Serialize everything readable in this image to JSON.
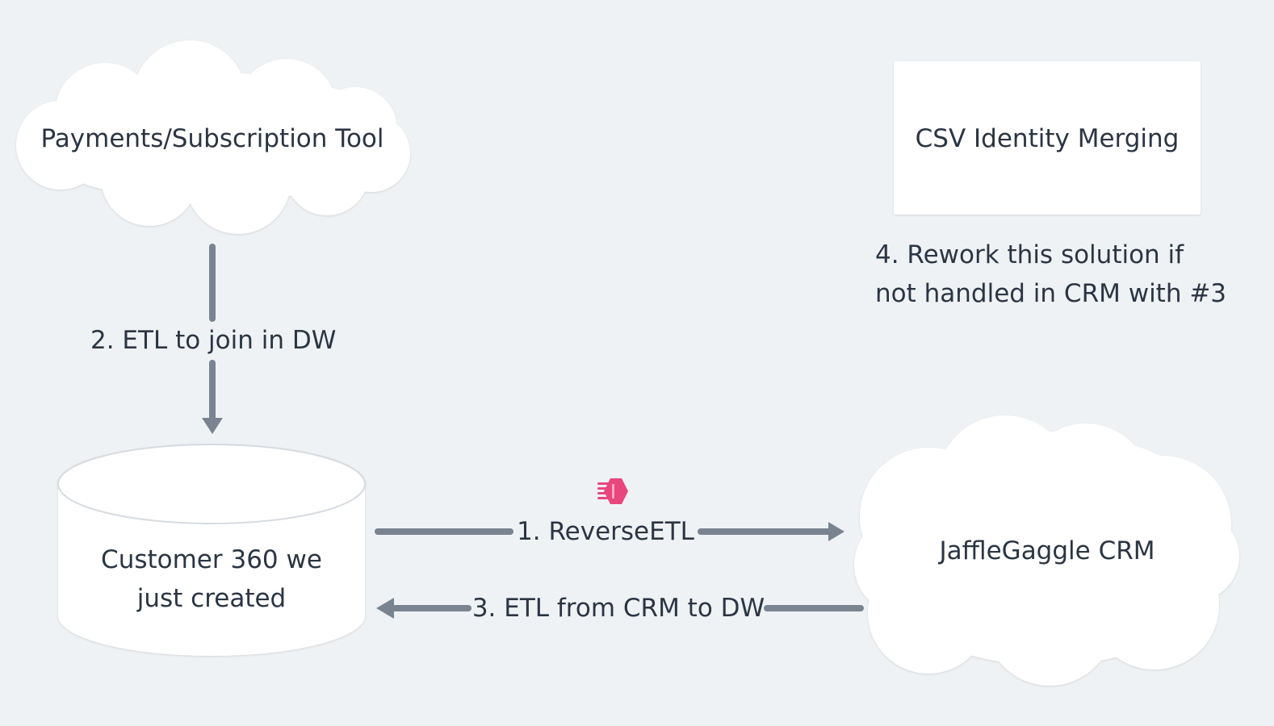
{
  "nodes": {
    "payments": {
      "label": "Payments/Subscription Tool",
      "shape": "cloud"
    },
    "csv_merging": {
      "label": "CSV Identity Merging",
      "shape": "rectangle"
    },
    "customer360": {
      "label": "Customer 360 we\njust created",
      "shape": "cylinder"
    },
    "crm": {
      "label": "JaffleGaggle CRM",
      "shape": "cloud"
    }
  },
  "edges": {
    "etl_join": {
      "label": "2. ETL to join in DW",
      "from": "payments",
      "to": "customer360"
    },
    "reverse_etl": {
      "label": "1. ReverseETL",
      "from": "customer360",
      "to": "crm",
      "icon": "hightouch-logo-icon"
    },
    "etl_crm": {
      "label": "3. ETL from CRM to DW",
      "from": "crm",
      "to": "customer360"
    }
  },
  "note": {
    "text": "4. Rework this solution if\nnot handled in CRM with #3"
  },
  "colors": {
    "background": "#eff2f5",
    "shape_fill": "#ffffff",
    "arrow": "#7a8491",
    "text": "#2b3543",
    "accent_logo": "#e8467c"
  }
}
